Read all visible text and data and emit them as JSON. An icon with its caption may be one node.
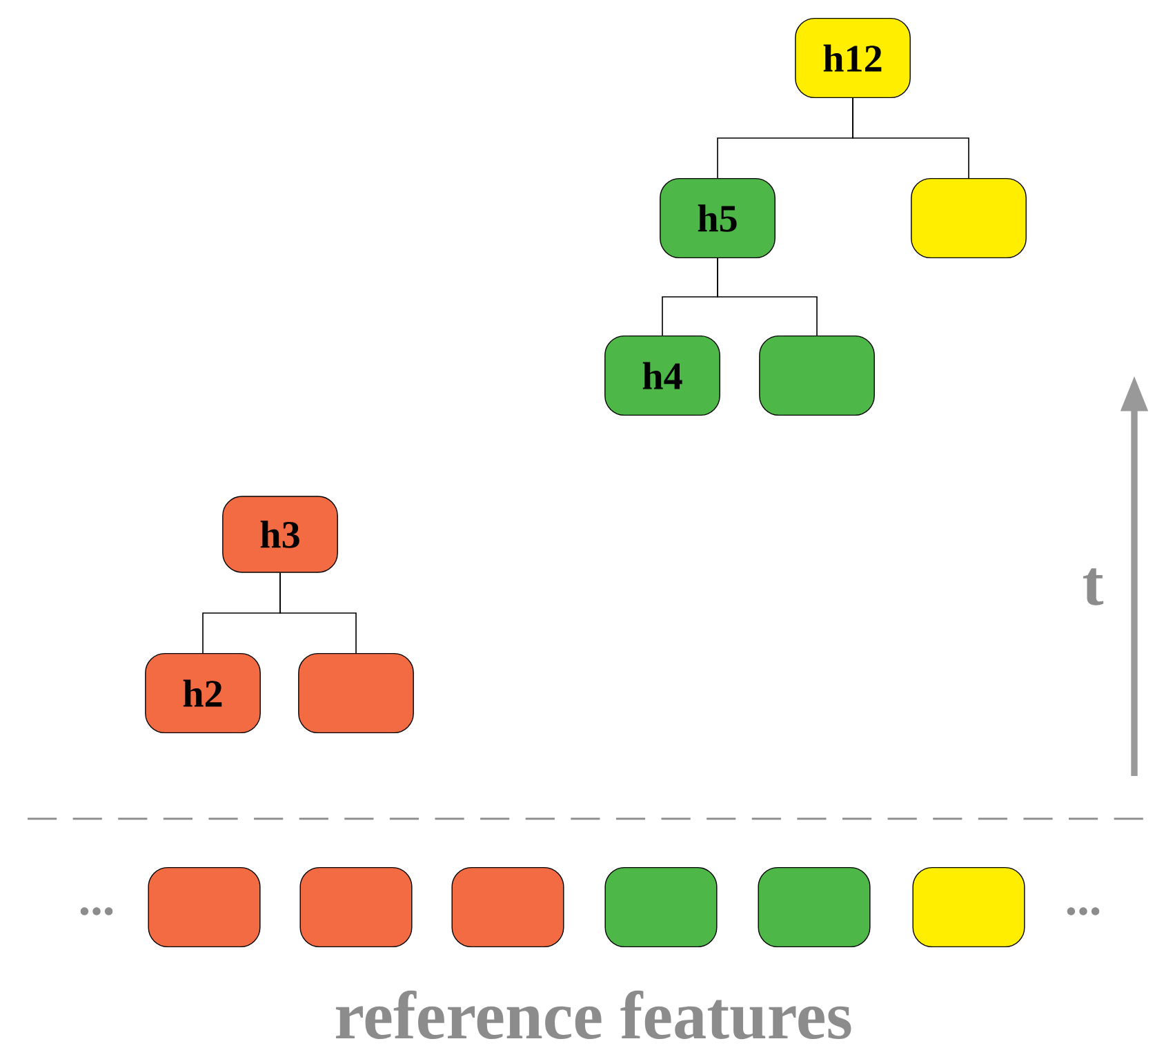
{
  "diagram": {
    "nodes": [
      {
        "text": [
          "h12"
        ]
      },
      {
        "text": [
          "h5"
        ]
      },
      {
        "text": [],
        "shape": "box"
      },
      {
        "text": [
          "h4"
        ]
      },
      {
        "text": [],
        "shape": "box"
      },
      {
        "text": [
          "h3"
        ]
      },
      {
        "text": [
          "h2"
        ]
      },
      {
        "text": [],
        "shape": "box"
      },
      {
        "text": [],
        "shape": "box"
      },
      {
        "text": [],
        "shape": "box"
      },
      {
        "text": [],
        "shape": "box"
      },
      {
        "text": [],
        "shape": "box"
      },
      {
        "text": [],
        "shape": "box"
      },
      {
        "text": [],
        "shape": "box"
      }
    ],
    "edges": [
      {
        "from": 0,
        "to": 1,
        "arrow": "none"
      },
      {
        "from": 0,
        "to": 2,
        "arrow": "none"
      },
      {
        "from": 1,
        "to": 3,
        "arrow": "none"
      },
      {
        "from": 1,
        "to": 4,
        "arrow": "none"
      },
      {
        "from": 5,
        "to": 6,
        "arrow": "none"
      },
      {
        "from": 5,
        "to": 7,
        "arrow": "none"
      }
    ],
    "labels": [
      "t",
      "...",
      "...",
      "reference features"
    ]
  }
}
